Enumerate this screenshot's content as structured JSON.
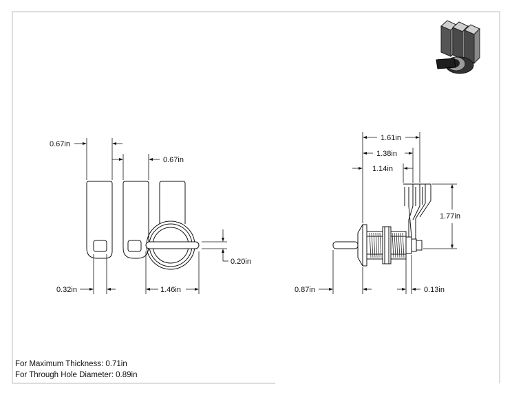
{
  "dimensions": {
    "front_top_left": "0.67in",
    "front_top_right": "0.67in",
    "front_bottom_left": "0.32in",
    "front_bottom_mid": "1.46in",
    "front_right_small": "0.20in",
    "side_overall": "1.61in",
    "side_mid": "1.38in",
    "side_inner": "1.14in",
    "side_height": "1.77in",
    "side_bottom_left": "0.87in",
    "side_bottom_right": "0.13in"
  },
  "notes": {
    "max_thickness": "For Maximum Thickness: 0.71in",
    "through_hole": "For Through Hole Diameter: 0.89in"
  },
  "colors": {
    "line": "#111111",
    "frame": "#bbbbbb",
    "render_dark": "#2a2a2a",
    "render_mid": "#8a8a8a",
    "render_light": "#cfcfcf"
  }
}
